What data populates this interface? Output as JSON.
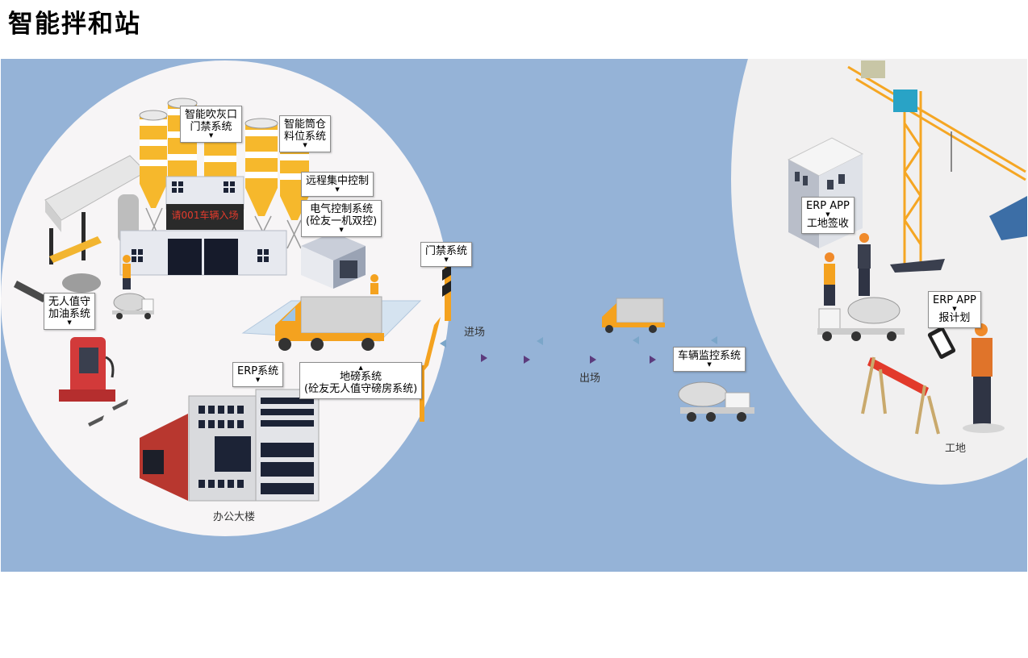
{
  "title": "智能拌和站",
  "colors": {
    "sky": "#95b3d7",
    "circle": "#f7f5f6",
    "silo": "#f6b82c",
    "truck_orange": "#f4a21f",
    "in_arrow": "#7ba6c9",
    "out_arrow": "#5c3b7d"
  },
  "labels": {
    "blow_gate": [
      "智能吹灰口",
      "门禁系统"
    ],
    "silo_level": [
      "智能筒仓",
      "料位系统"
    ],
    "remote_control": [
      "远程集中控制"
    ],
    "electric_control": [
      "电气控制系统",
      "(砼友一机双控)"
    ],
    "gate_system": [
      "门禁系统"
    ],
    "fuel_station": [
      "无人值守",
      "加油系统"
    ],
    "erp_system": [
      "ERP系统"
    ],
    "weighbridge": [
      "地磅系统",
      "(砼友无人值守磅房系统)"
    ],
    "vehicle_monitor": [
      "车辆监控系统"
    ],
    "erp_app_sign": [
      "ERP APP",
      "工地签收"
    ],
    "erp_app_plan": [
      "ERP APP",
      "报计划"
    ]
  },
  "led_text": "请001车辆入场",
  "flow": {
    "entry": "进场",
    "exit": "出场"
  },
  "places": {
    "office": "办公大楼",
    "site": "工地"
  },
  "icons": [
    "silo-icon",
    "tower-crane-icon",
    "mixer-truck-icon",
    "box-truck-icon",
    "fuel-pump-icon",
    "office-building-icon",
    "worker-icon",
    "barricade-icon",
    "gate-barrier-icon",
    "phone-icon"
  ]
}
